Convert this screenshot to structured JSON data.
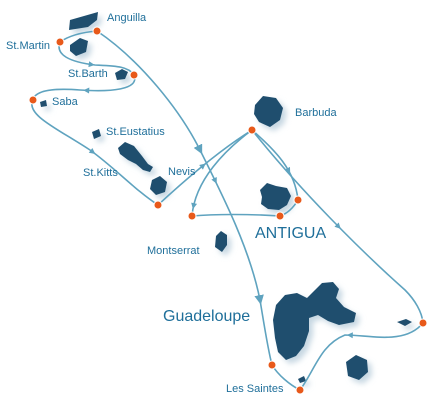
{
  "map": {
    "colors": {
      "island": "#1f4e6e",
      "island_shadow": "#c6d7e2",
      "route": "#5fa3bf",
      "stop": "#e8591a",
      "stop_stroke": "#ffffff",
      "label": "#1f6f9a"
    },
    "labels": {
      "anguilla": "Anguilla",
      "st_martin": "St.Martin",
      "st_barth": "St.Barth",
      "saba": "Saba",
      "st_eustatius": "St.Eustatius",
      "st_kitts": "St.Kitts",
      "nevis": "Nevis",
      "barbuda": "Barbuda",
      "antigua": "ANTIGUA",
      "montserrat": "Montserrat",
      "guadeloupe": "Guadeloupe",
      "les_saintes": "Les Saintes"
    }
  }
}
